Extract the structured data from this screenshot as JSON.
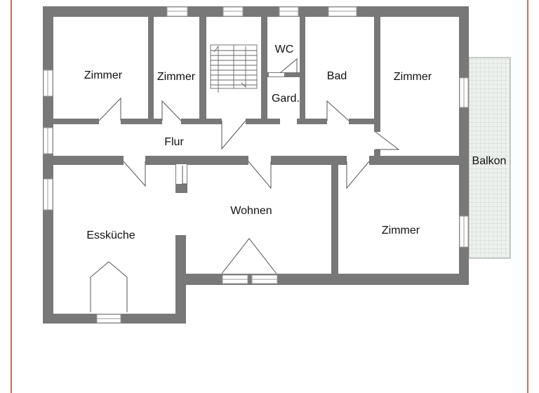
{
  "rooms": {
    "zimmer_1": "Zimmer",
    "zimmer_2": "Zimmer",
    "wc": "WC",
    "gard": "Gard.",
    "bad": "Bad",
    "zimmer_3": "Zimmer",
    "flur": "Flur",
    "balkon": "Balkon",
    "wohnen": "Wohnen",
    "esskueche": "Essküche",
    "zimmer_4": "Zimmer"
  },
  "colors": {
    "wall": "#787878",
    "border": "#c0392b",
    "balcony_fill": "#eef2ee",
    "balcony_hatch": "#c9cfc9",
    "line": "#555555"
  }
}
